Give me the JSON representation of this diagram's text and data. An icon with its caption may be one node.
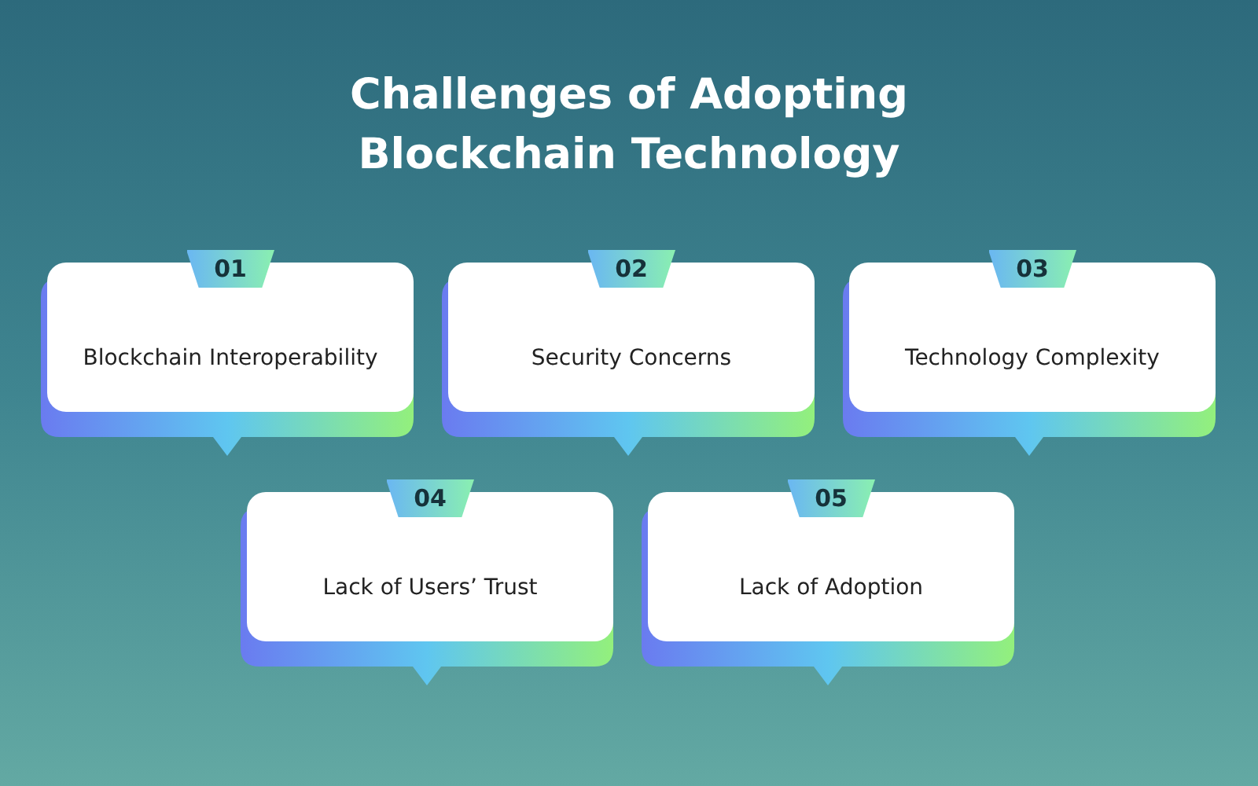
{
  "diagram": {
    "title": "Challenges of Adopting Blockchain Technology",
    "nodes": [
      {
        "text": [
          "01",
          "Blockchain Interoperability"
        ]
      },
      {
        "text": [
          "02",
          "Security Concerns"
        ]
      },
      {
        "text": [
          "03",
          "Technology Complexity"
        ]
      },
      {
        "text": [
          "04",
          "Lack of Users’ Trust"
        ]
      },
      {
        "text": [
          "05",
          "Lack of Adoption"
        ]
      }
    ]
  }
}
